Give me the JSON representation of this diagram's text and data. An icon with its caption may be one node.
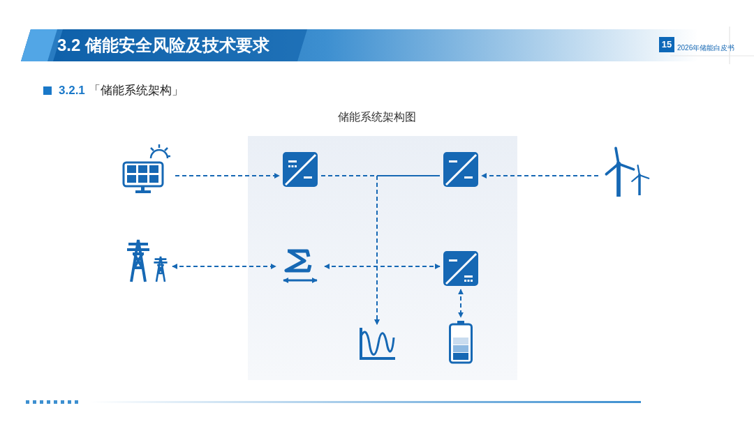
{
  "diagram": {
    "title": "3.2 储能安全风险及技术要求",
    "nodes": [
      {
        "text": [],
        "shape": "picture"
      },
      {
        "text": [],
        "shape": "box"
      },
      {
        "text": [],
        "shape": "box"
      },
      {
        "text": [],
        "shape": "picture"
      },
      {
        "text": [],
        "shape": "picture"
      },
      {
        "text": [],
        "shape": "picture"
      },
      {
        "text": [],
        "shape": "box"
      },
      {
        "text": [],
        "shape": "picture"
      },
      {
        "text": [],
        "shape": "picture"
      }
    ],
    "edges": [
      {
        "from": 0,
        "to": 1,
        "arrow": "to",
        "style": "dashed"
      },
      {
        "from": 3,
        "to": 2,
        "arrow": "to",
        "style": "dashed"
      },
      {
        "from": 1,
        "to": 2,
        "arrow": "none",
        "style": "dashed"
      },
      {
        "from": 1,
        "to": 7,
        "arrow": "to",
        "style": "dashed"
      },
      {
        "from": 2,
        "to": 7,
        "arrow": "to",
        "style": "dashed"
      },
      {
        "from": 4,
        "to": 5,
        "arrow": "both",
        "style": "dashed"
      },
      {
        "from": 5,
        "to": 6,
        "arrow": "both",
        "style": "dashed"
      },
      {
        "from": 6,
        "to": 8,
        "arrow": "both",
        "style": "dashed"
      }
    ],
    "labels": [
      "15",
      "2026年储能白皮书",
      "**3.2.1** 「储能系统架构」",
      "储能系统架构图"
    ]
  }
}
